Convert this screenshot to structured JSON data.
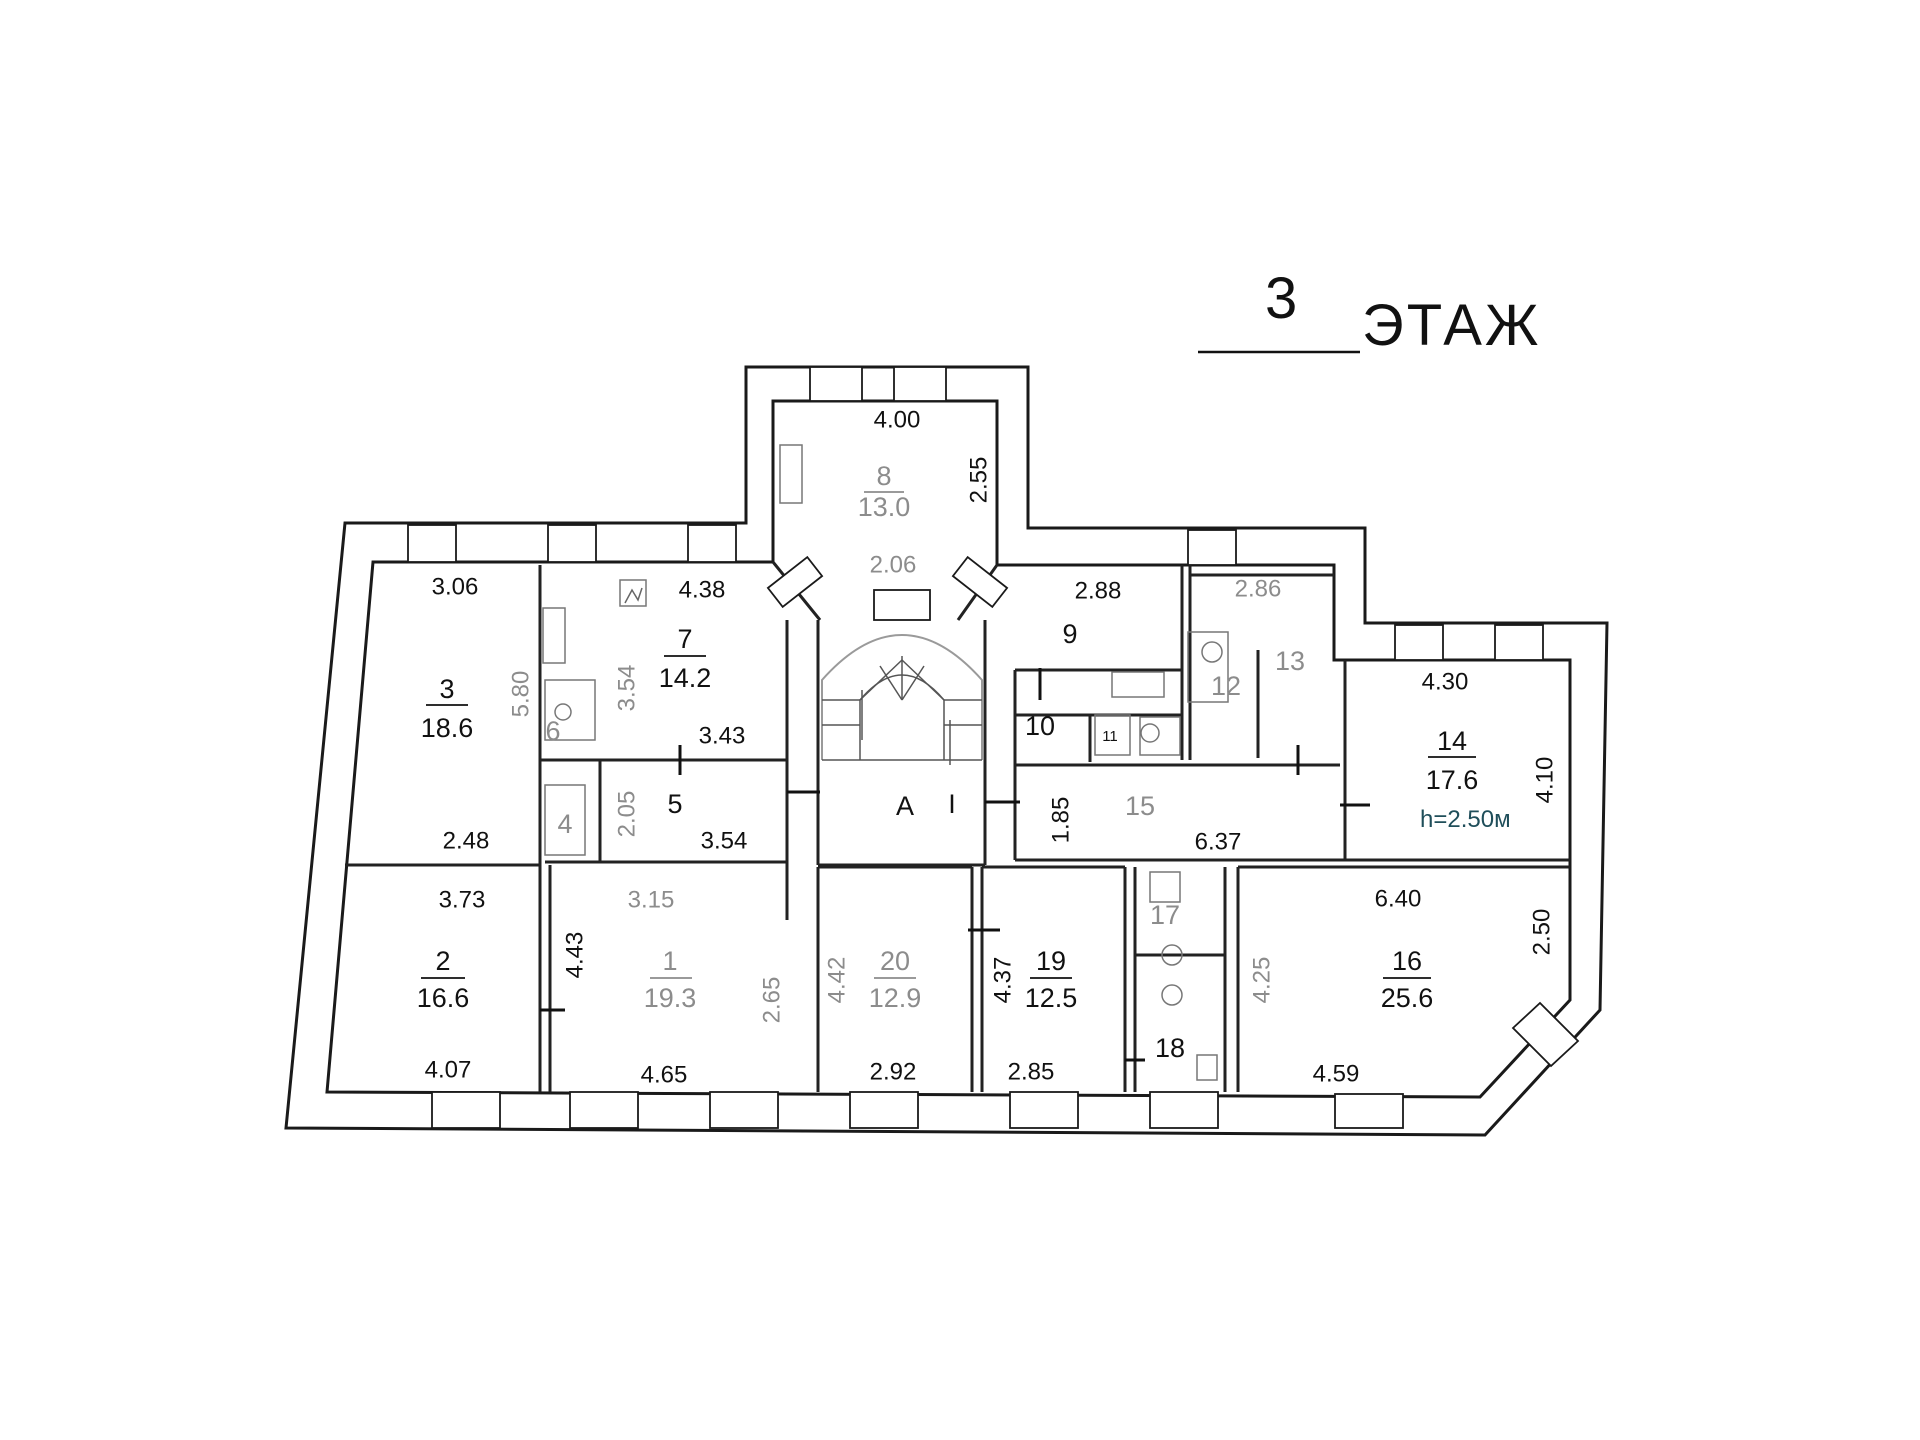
{
  "title": {
    "floor_number": "3",
    "floor_word": "ЭТАЖ"
  },
  "stair": {
    "label": "А",
    "mark": "I"
  },
  "height_note": "h=2.50м",
  "rooms": [
    {
      "id": "r1",
      "number": "1",
      "area": "19.3"
    },
    {
      "id": "r2",
      "number": "2",
      "area": "16.6"
    },
    {
      "id": "r3",
      "number": "3",
      "area": "18.6"
    },
    {
      "id": "r4",
      "number": "4",
      "area": ""
    },
    {
      "id": "r5",
      "number": "5",
      "area": ""
    },
    {
      "id": "r6",
      "number": "6",
      "area": ""
    },
    {
      "id": "r7",
      "number": "7",
      "area": "14.2"
    },
    {
      "id": "r8",
      "number": "8",
      "area": "13.0"
    },
    {
      "id": "r9",
      "number": "9",
      "area": ""
    },
    {
      "id": "r10",
      "number": "10",
      "area": ""
    },
    {
      "id": "r11",
      "number": "11",
      "area": ""
    },
    {
      "id": "r12",
      "number": "12",
      "area": ""
    },
    {
      "id": "r13",
      "number": "13",
      "area": ""
    },
    {
      "id": "r14",
      "number": "14",
      "area": "17.6"
    },
    {
      "id": "r15",
      "number": "15",
      "area": ""
    },
    {
      "id": "r16",
      "number": "16",
      "area": "25.6"
    },
    {
      "id": "r17",
      "number": "17",
      "area": ""
    },
    {
      "id": "r18",
      "number": "18",
      "area": ""
    },
    {
      "id": "r19",
      "number": "19",
      "area": "12.5"
    },
    {
      "id": "r20",
      "number": "20",
      "area": "12.9"
    }
  ],
  "dimensions": {
    "d_4_00": "4.00",
    "d_2_55": "2.55",
    "d_2_06": "2.06",
    "d_3_06": "3.06",
    "d_4_38": "4.38",
    "d_5_80": "5.80",
    "d_3_54a": "3.54",
    "d_3_43": "3.43",
    "d_2_05": "2.05",
    "d_3_54b": "3.54",
    "d_2_48": "2.48",
    "d_2_88": "2.88",
    "d_2_86": "2.86",
    "d_4_30": "4.30",
    "d_4_10": "4.10",
    "d_1_85": "1.85",
    "d_6_37": "6.37",
    "d_3_73": "3.73",
    "d_3_15": "3.15",
    "d_4_43": "4.43",
    "d_2_65": "2.65",
    "d_4_07": "4.07",
    "d_4_65": "4.65",
    "d_4_42": "4.42",
    "d_2_92": "2.92",
    "d_4_37": "4.37",
    "d_2_85": "2.85",
    "d_4_25": "4.25",
    "d_6_40": "6.40",
    "d_2_50": "2.50",
    "d_4_59": "4.59"
  }
}
